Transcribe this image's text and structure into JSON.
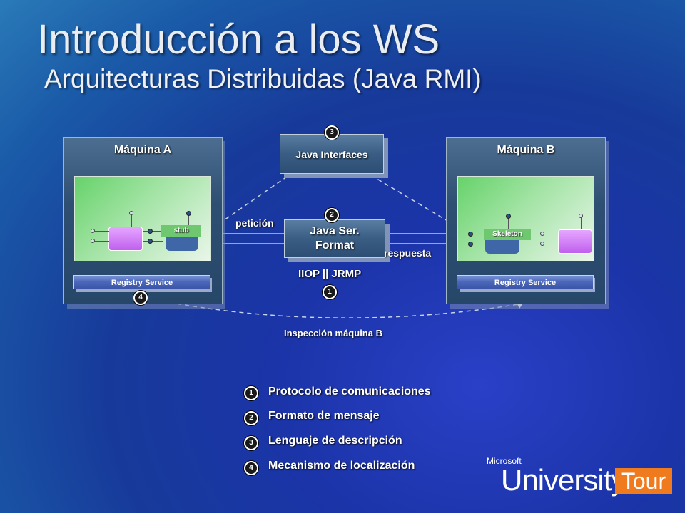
{
  "slide": {
    "title": "Introducción a los WS",
    "subtitle": "Arquitecturas Distribuidas (Java RMI)"
  },
  "diagram": {
    "machine_a": {
      "title": "Máquina A",
      "registry": "Registry Service",
      "component": "stub",
      "badge": "4"
    },
    "machine_b": {
      "title": "Máquina B",
      "registry": "Registry Service",
      "component": "Skeleton"
    },
    "java_interfaces": {
      "label": "Java Interfaces",
      "badge": "3"
    },
    "java_ser": {
      "label_line1": "Java Ser.",
      "label_line2": "Format",
      "badge": "2"
    },
    "protocol": {
      "label": "IIOP || JRMP",
      "badge": "1"
    },
    "request_label": "petición",
    "response_label": "respuesta",
    "inspection_label": "Inspección máquina B"
  },
  "legend": [
    {
      "num": "1",
      "text": "Protocolo de comunicaciones"
    },
    {
      "num": "2",
      "text": "Formato de mensaje"
    },
    {
      "num": "3",
      "text": "Lenguaje de descripción"
    },
    {
      "num": "4",
      "text": "Mecanismo de localización"
    }
  ],
  "logo": {
    "brand": "Microsoft",
    "word": "University",
    "badge": "Tour"
  }
}
